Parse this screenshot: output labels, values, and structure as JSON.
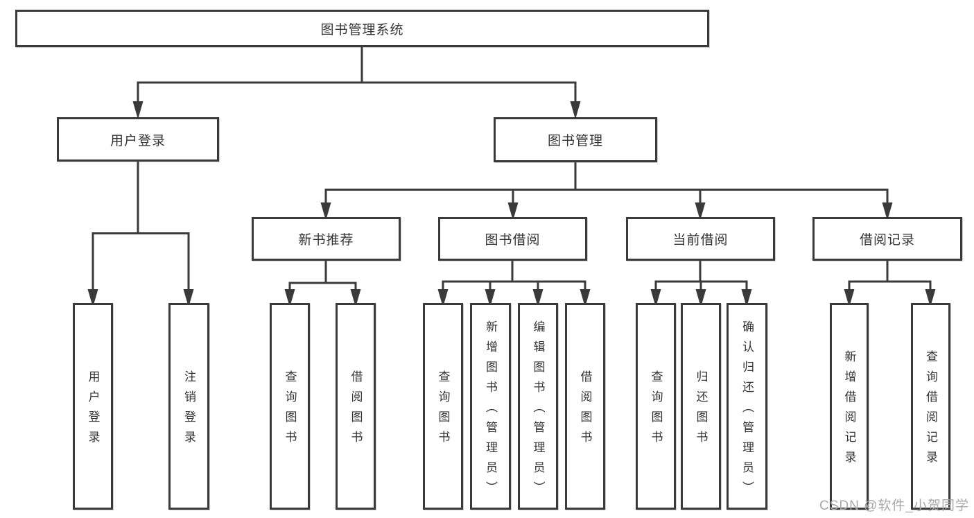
{
  "diagram": {
    "type": "hierarchy-tree",
    "root": {
      "label": "图书管理系统"
    },
    "level2": [
      {
        "id": "user-login",
        "label": "用户登录",
        "parent": "图书管理系统"
      },
      {
        "id": "book-management",
        "label": "图书管理",
        "parent": "图书管理系统"
      }
    ],
    "level3": [
      {
        "id": "new-book-recommendation",
        "label": "新书推荐",
        "parent": "图书管理"
      },
      {
        "id": "book-borrowing",
        "label": "图书借阅",
        "parent": "图书管理"
      },
      {
        "id": "current-borrowing",
        "label": "当前借阅",
        "parent": "图书管理"
      },
      {
        "id": "borrowing-records",
        "label": "借阅记录",
        "parent": "图书管理"
      }
    ],
    "leaves": [
      {
        "label": "用户登录",
        "parent": "用户登录"
      },
      {
        "label": "注销登录",
        "parent": "用户登录"
      },
      {
        "label": "查询图书",
        "parent": "新书推荐"
      },
      {
        "label": "借阅图书",
        "parent": "新书推荐"
      },
      {
        "label": "查询图书",
        "parent": "图书借阅"
      },
      {
        "label": "新增图书（管理员）",
        "parent": "图书借阅"
      },
      {
        "label": "编辑图书（管理员）",
        "parent": "图书借阅"
      },
      {
        "label": "借阅图书",
        "parent": "图书借阅"
      },
      {
        "label": "查询图书",
        "parent": "当前借阅"
      },
      {
        "label": "归还图书",
        "parent": "当前借阅"
      },
      {
        "label": "确认归还（管理员）",
        "parent": "当前借阅"
      },
      {
        "label": "新增借阅记录",
        "parent": "借阅记录"
      },
      {
        "label": "查询借阅记录",
        "parent": "借阅记录"
      }
    ]
  },
  "watermark": {
    "text": "CSDN @软件_小贺同学",
    "color": "#a8a8a8"
  },
  "colors": {
    "background": "#ffffff",
    "line": "#3a3a3a",
    "box_border": "#3a3a3a",
    "box_fill": "#ffffff",
    "text": "#333333"
  }
}
